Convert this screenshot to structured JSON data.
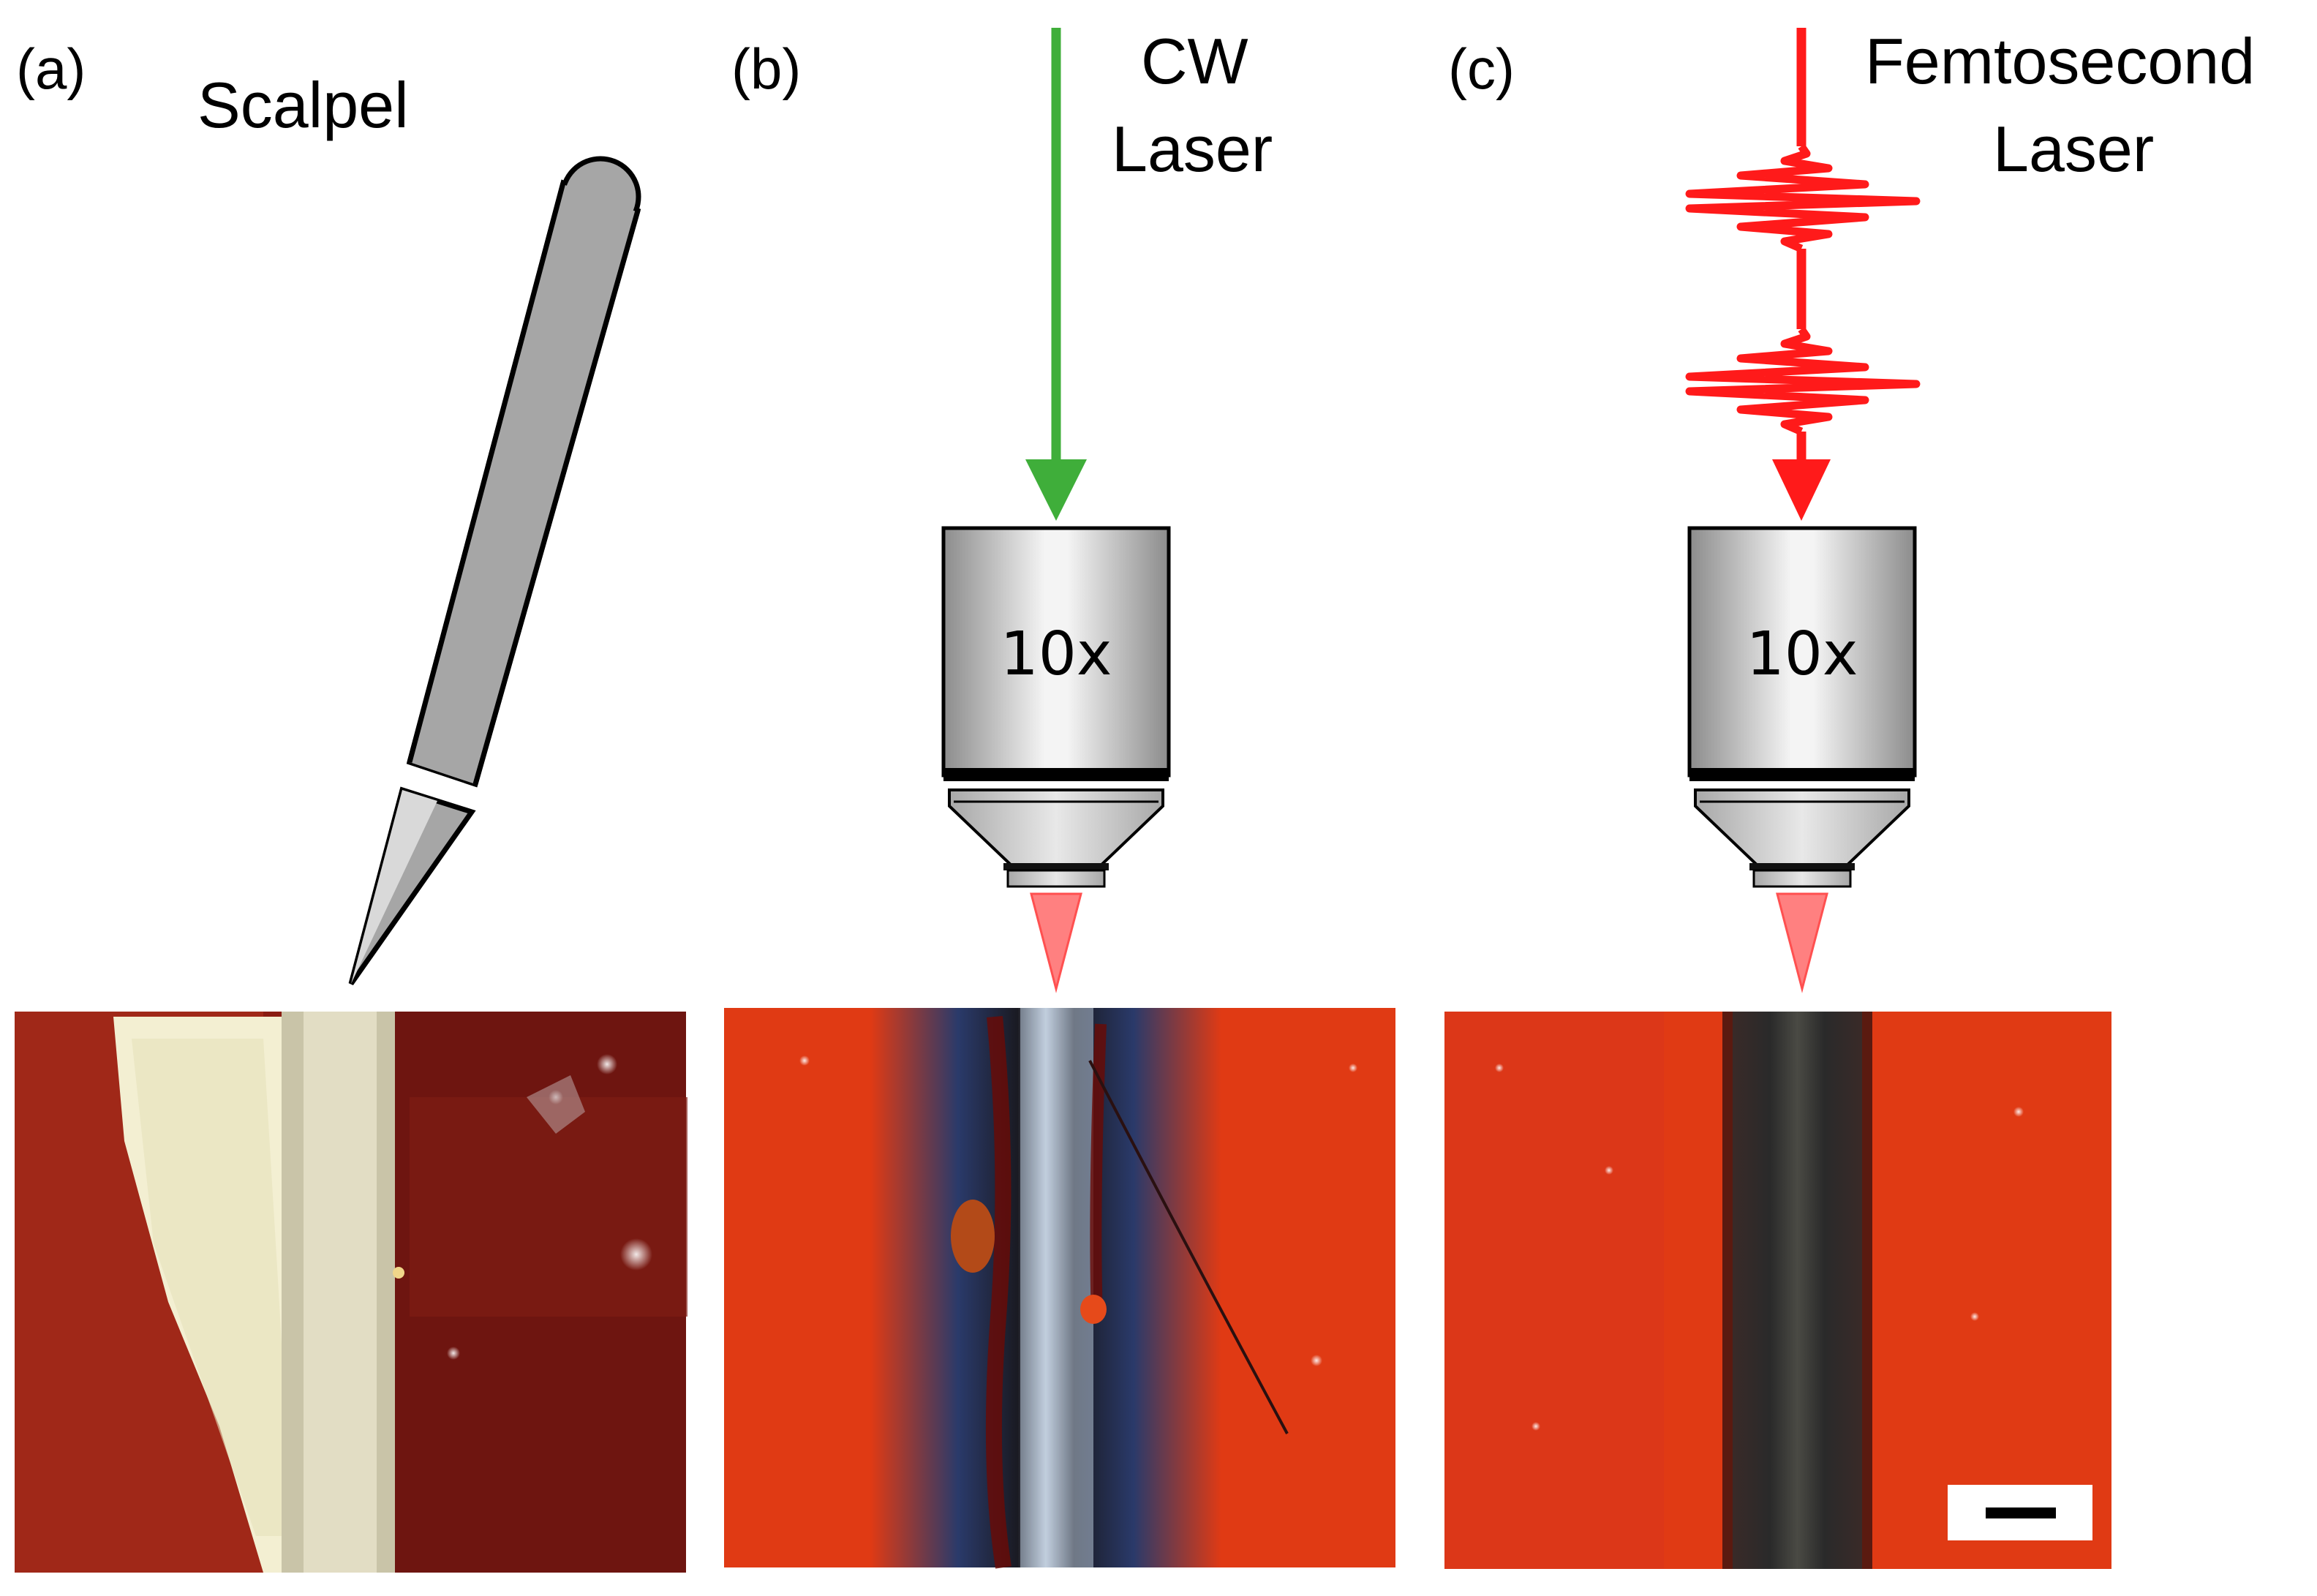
{
  "panels": [
    {
      "tag": "(a)",
      "title": "Scalpel"
    },
    {
      "tag": "(b)",
      "title_line1": "CW",
      "title_line2": "Laser",
      "objective": "10x"
    },
    {
      "tag": "(c)",
      "title_line1": "Femtosecond",
      "title_line2": "Laser",
      "objective": "10x"
    }
  ],
  "colors": {
    "cw_beam": "#3fae3a",
    "fs_beam": "#ff1a1a",
    "focus_cone": "#ff8080",
    "tissue_red": "#e03a14",
    "tissue_dark_red": "#8b1a12",
    "scalpel_gray": "#a6a6a6"
  }
}
